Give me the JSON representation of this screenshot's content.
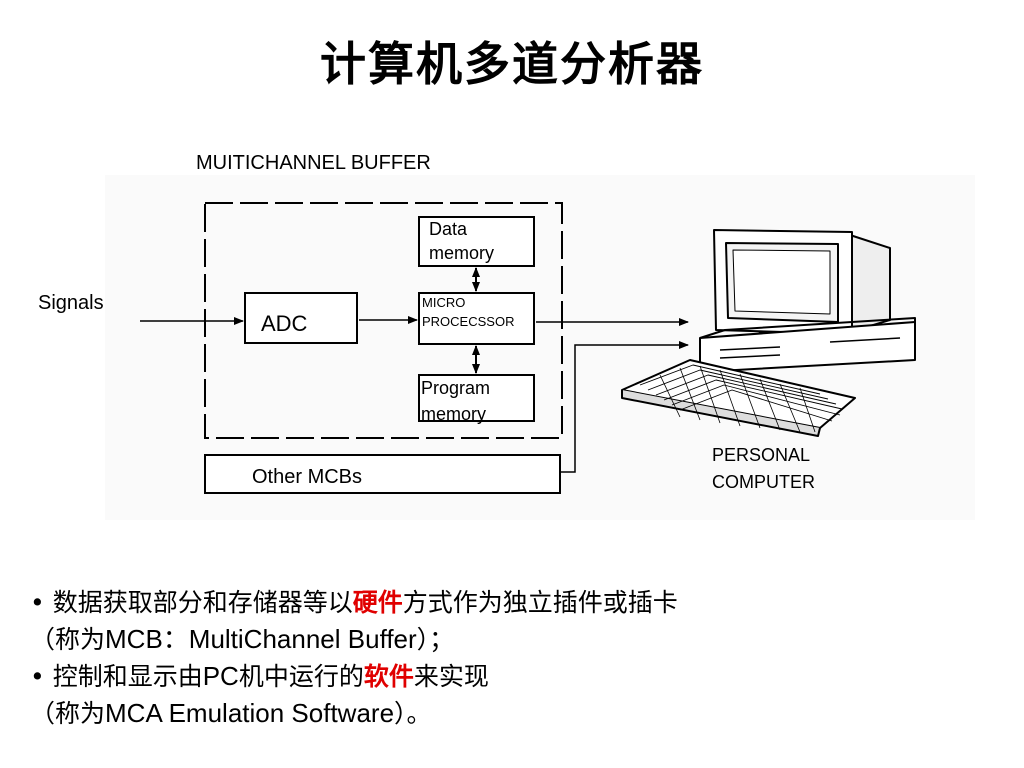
{
  "title": "计算机多道分析器",
  "diagram": {
    "buffer_label": "MUITICHANNEL BUFFER",
    "signals_label": "Signals",
    "adc_label": "ADC",
    "data_memory_l1": "Data",
    "data_memory_l2": "memory",
    "micro_l1": "MICRO",
    "micro_l2": "PROCECSSOR",
    "program_memory_l1": "Program",
    "program_memory_l2": "memory",
    "other_mcbs_label": "Other MCBs",
    "pc_l1": "PERSONAL",
    "pc_l2": "COMPUTER"
  },
  "bullets": {
    "b1_bullet": "•",
    "b1_pre": " 数据获取部分和存储器等以",
    "b1_red": "硬件",
    "b1_post": "方式作为独立插件或插卡",
    "b1_cont_pre": "（称为",
    "b1_cont_latin": "MCB：MultiChannel Buffer",
    "b1_cont_post": "）；",
    "b2_bullet": "•",
    "b2_pre": " 控制和显示由",
    "b2_latin": "PC",
    "b2_mid": "机中运行的",
    "b2_red": "软件",
    "b2_post": "来实现",
    "b2_cont_pre": "（称为",
    "b2_cont_latin": "MCA Emulation Software",
    "b2_cont_post": "）。"
  },
  "colors": {
    "emphasis": "#e00000"
  }
}
